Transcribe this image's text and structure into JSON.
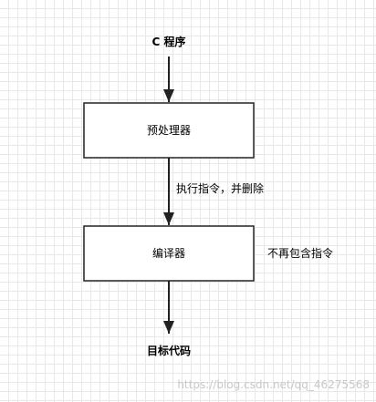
{
  "diagram": {
    "start_label": "C 程序",
    "end_label": "目标代码",
    "steps": [
      {
        "label": "预处理器"
      },
      {
        "label": "编译器"
      }
    ],
    "edge_labels": {
      "between_steps": "执行指令，并删除",
      "side_note": "不再包含指令"
    }
  },
  "watermark": "https://blog.csdn.net/qq_46275568",
  "colors": {
    "stroke": "#222222",
    "grid": "#e8e8e8",
    "watermark": "#c8c8c8"
  }
}
